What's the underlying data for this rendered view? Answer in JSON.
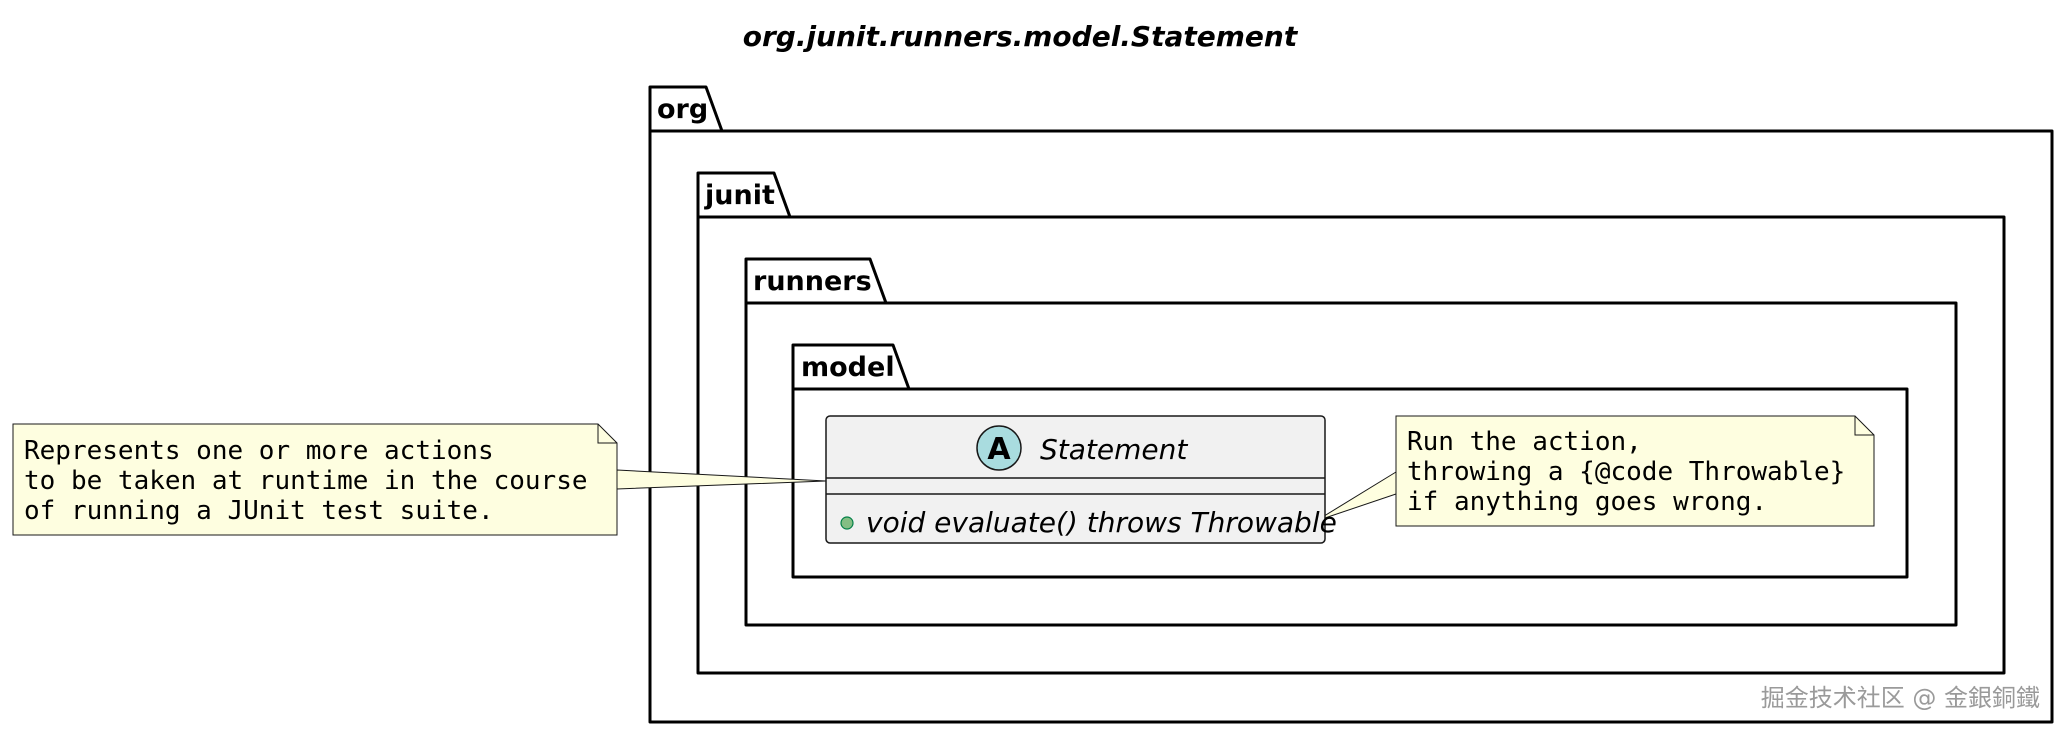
{
  "title": "org.junit.runners.model.Statement",
  "packages": [
    "org",
    "junit",
    "runners",
    "model"
  ],
  "class": {
    "stereotype_letter": "A",
    "name": "Statement",
    "method": "void evaluate() throws Throwable"
  },
  "notes": {
    "class_note": [
      "Represents one or more actions",
      "to be taken at runtime in the course",
      "of running a JUnit test suite."
    ],
    "method_note": [
      "Run the action,",
      "throwing a {@code Throwable}",
      "if anything goes wrong."
    ]
  },
  "watermark": "掘金技术社区 @ 金銀銅鐵",
  "colors": {
    "note_fill": "#fefee0",
    "class_fill": "#f1f1f1",
    "stereo_fill": "#a9dcdf",
    "public_marker": "#84be84"
  }
}
